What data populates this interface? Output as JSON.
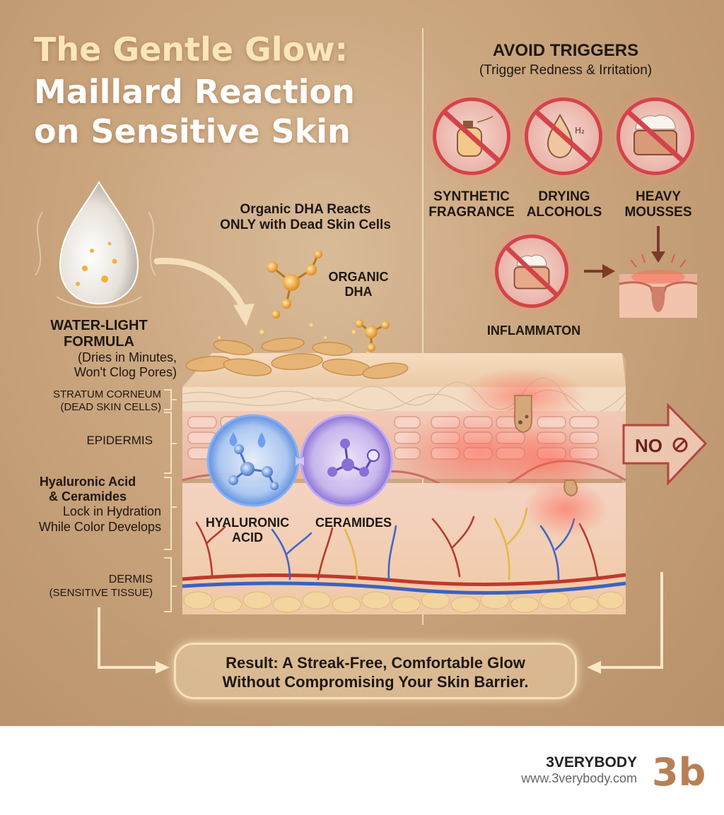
{
  "title": {
    "line1": "The Gentle Glow:",
    "line2": "Maillard Reaction",
    "line3": "on Sensitive Skin"
  },
  "avoid": {
    "heading": "AVOID TRIGGERS",
    "subheading": "(Trigger Redness & Irritation)",
    "items": [
      {
        "label_l1": "SYNTHETIC",
        "label_l2": "FRAGRANCE",
        "icon": "perfume-bottle-icon"
      },
      {
        "label_l1": "DRYING",
        "label_l2": "ALCOHOLS",
        "icon": "alcohol-drop-icon",
        "icon_text": "H₂"
      },
      {
        "label_l1": "HEAVY",
        "label_l2": "MOUSSES",
        "icon": "mousse-jar-icon"
      }
    ],
    "inflammation_label": "INFLAMMATON",
    "no_label": "NO"
  },
  "dha": {
    "caption_l1": "Organic DHA Reacts",
    "caption_l2": "ONLY with Dead Skin Cells",
    "label_l1": "ORGANIC",
    "label_l2": "DHA"
  },
  "formula": {
    "title_l1": "WATER-LIGHT",
    "title_l2": "FORMULA",
    "desc_l1": "(Dries in Minutes,",
    "desc_l2": "Won't Clog Pores)"
  },
  "layers": {
    "stratum_l1": "STRATUM CORNEUM",
    "stratum_l2": "(DEAD SKIN CELLS)",
    "epidermis": "EPIDERMIS",
    "hydration_l1": "Hyaluronic Acid",
    "hydration_l2": "& Ceramides",
    "hydration_l3": "Lock in Hydration",
    "hydration_l4": "While Color Develops",
    "dermis_l1": "DERMIS",
    "dermis_l2": "(SENSITIVE TISSUE)"
  },
  "molecules": {
    "left_l1": "HYALURONIC",
    "left_l2": "ACID",
    "right": "CERAMIDES"
  },
  "result": {
    "line1": "Result: A Streak-Free, Comfortable Glow",
    "line2": "Without Compromising Your Skin Barrier."
  },
  "brand": {
    "name": "3VERYBODY",
    "url": "www.3verybody.com",
    "logo_text": "3b"
  },
  "colors": {
    "background": "#c9a47c",
    "warning_red": "#d4434a",
    "glow": "#fbe6b8",
    "hyaluronic_blue": "#5b8fe0",
    "ceramide_purple": "#8a6fd6"
  }
}
